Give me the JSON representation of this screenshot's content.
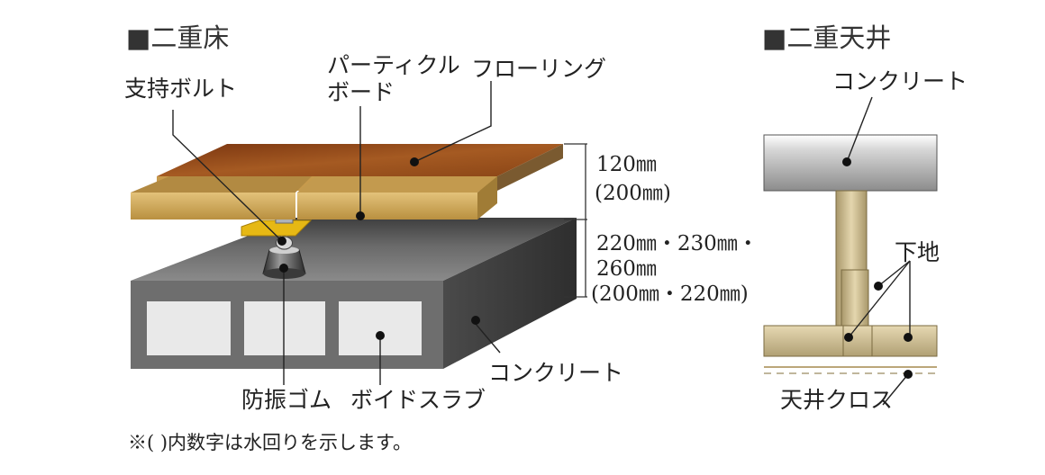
{
  "floor": {
    "title": "■二重床",
    "labels": {
      "support_bolt": "支持ボルト",
      "particle_board_1": "パーティクル",
      "particle_board_2": "ボード",
      "flooring": "フローリング",
      "concrete": "コンクリート",
      "rubber": "防振ゴム",
      "void_slab": "ボイドスラブ"
    },
    "dimensions": {
      "upper_1": "120㎜",
      "upper_2": "(200㎜)",
      "lower_1": "220㎜・230㎜・",
      "lower_2": "260㎜",
      "lower_3": "(200㎜・220㎜)"
    },
    "note": "※( )内数字は水回りを示します。"
  },
  "ceiling": {
    "title": "■二重天井",
    "labels": {
      "concrete": "コンクリート",
      "base": "下地",
      "cloth": "天井クロス"
    }
  },
  "colors": {
    "flooring": "#9a4a1a",
    "particle_board": "#d6b060",
    "slab": "#6f6f6f",
    "bracket": "#e6b814",
    "ceiling_frame": "#c9b88c"
  }
}
